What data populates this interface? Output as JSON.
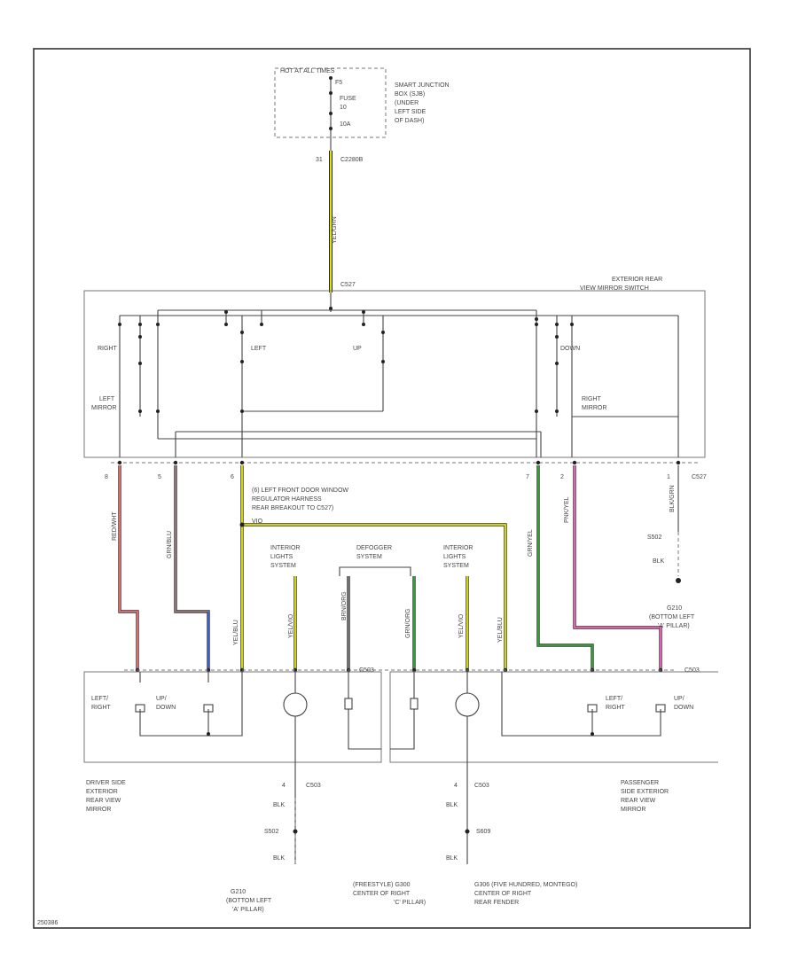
{
  "colors": {
    "yellow": "#e6e600",
    "red": "#f07070",
    "brown": "#9a7a7a",
    "blue": "#3a5be0",
    "green": "#33aa33",
    "pink": "#ff5fbf",
    "green_wire": "#33aa33",
    "frame": "#333333"
  },
  "labels": {
    "hot_box_title": "HOT AT ALL TIMES",
    "fuse_line1": "FUSE",
    "fuse_line2": "10",
    "fuse_line3": "10A",
    "fuse_num_top": "F5",
    "sjb_1": "SMART JUNCTION",
    "sjb_2": "BOX (SJB)",
    "sjb_3": "(UNDER",
    "sjb_4": "LEFT SIDE",
    "sjb_5": "OF DASH)",
    "sjb_pin": "31",
    "sjb_conn": "C2280B",
    "wire_top": "YEL/GRN",
    "switch_title_1": "EXTERIOR REAR",
    "switch_title_2": "VIEW MIRROR SWITCH",
    "switch_conn_top": "C527",
    "sw_right": "RIGHT",
    "sw_left": "LEFT",
    "sw_up": "UP",
    "sw_down": "DOWN",
    "left_mirror_1": "LEFT",
    "left_mirror_2": "MIRROR",
    "right_mirror_1": "RIGHT",
    "right_mirror_2": "MIRROR",
    "pin_8": "8",
    "pin_5": "5",
    "pin_6": "6",
    "pin_7": "7",
    "pin_2": "2",
    "pin_1": "1",
    "conn_c527": "C527",
    "harness_1": "(6) LEFT FRONT DOOR WINDOW",
    "harness_2": "REGULATOR HARNESS",
    "harness_3": "REAR BREAKOUT TO C527)",
    "harness_4": "VIO",
    "w_red": "RED/WHT",
    "w_brown": "GRN/BLU",
    "w_yellow_left": "YEL/BLU",
    "w_green": "GRN/YEL",
    "w_pink": "PNK/YEL",
    "w_blk_right": "BLK/GRN",
    "interior_lights_1": "INTERIOR",
    "interior_lights_2": "LIGHTS",
    "interior_lights_3": "SYSTEM",
    "defogger_1": "DEFOGGER",
    "defogger_2": "SYSTEM",
    "w_il_left": "YEL/VIO",
    "w_def_left": "BRN/ORG",
    "w_def_right": "GRN/ORG",
    "w_il_right": "YEL/VIO",
    "w_yel_right": "YEL/BLU",
    "splice_right": "S502",
    "blk_right": "BLK",
    "g_right_1": "G210",
    "g_right_2": "(BOTTOM LEFT",
    "g_right_3": "'A' PILLAR)",
    "mirror_conn": "C503",
    "dr_lr_1": "LEFT/",
    "dr_lr_2": "RIGHT",
    "dr_ud_1": "UP/",
    "dr_ud_2": "DOWN",
    "pa_lr_1": "LEFT/",
    "pa_lr_2": "RIGHT",
    "pa_ud_1": "UP/",
    "pa_ud_2": "DOWN",
    "driver_mirror_1": "DRIVER SIDE",
    "driver_mirror_2": "EXTERIOR",
    "driver_mirror_3": "REAR VIEW",
    "driver_mirror_4": "MIRROR",
    "pass_mirror_1": "PASSENGER",
    "pass_mirror_2": "SIDE EXTERIOR",
    "pass_mirror_3": "REAR VIEW",
    "pass_mirror_4": "MIRROR",
    "gnd_pin_l": "4",
    "gnd_conn_l": "C503",
    "gnd_blk_l1": "BLK",
    "gnd_splice_l": "S502",
    "gnd_blk_l2": "BLK",
    "gnd_pin_r": "4",
    "gnd_conn_r": "C503",
    "gnd_blk_r1": "BLK",
    "gnd_splice_r": "S609",
    "gnd_blk_r2": "BLK",
    "g_left_1": "G210",
    "g_left_2": "(BOTTOM LEFT",
    "g_left_3": "'A' PILLAR)",
    "g_mid_1": "(FREESTYLE) G300",
    "g_mid_2": "CENTER OF RIGHT",
    "g_mid_3": "'C' PILLAR)",
    "g_rr_1": "G306 (FIVE HUNDRED, MONTEGO)",
    "g_rr_2": "CENTER OF RIGHT",
    "g_rr_3": "REAR FENDER",
    "doc_id": "250386"
  }
}
